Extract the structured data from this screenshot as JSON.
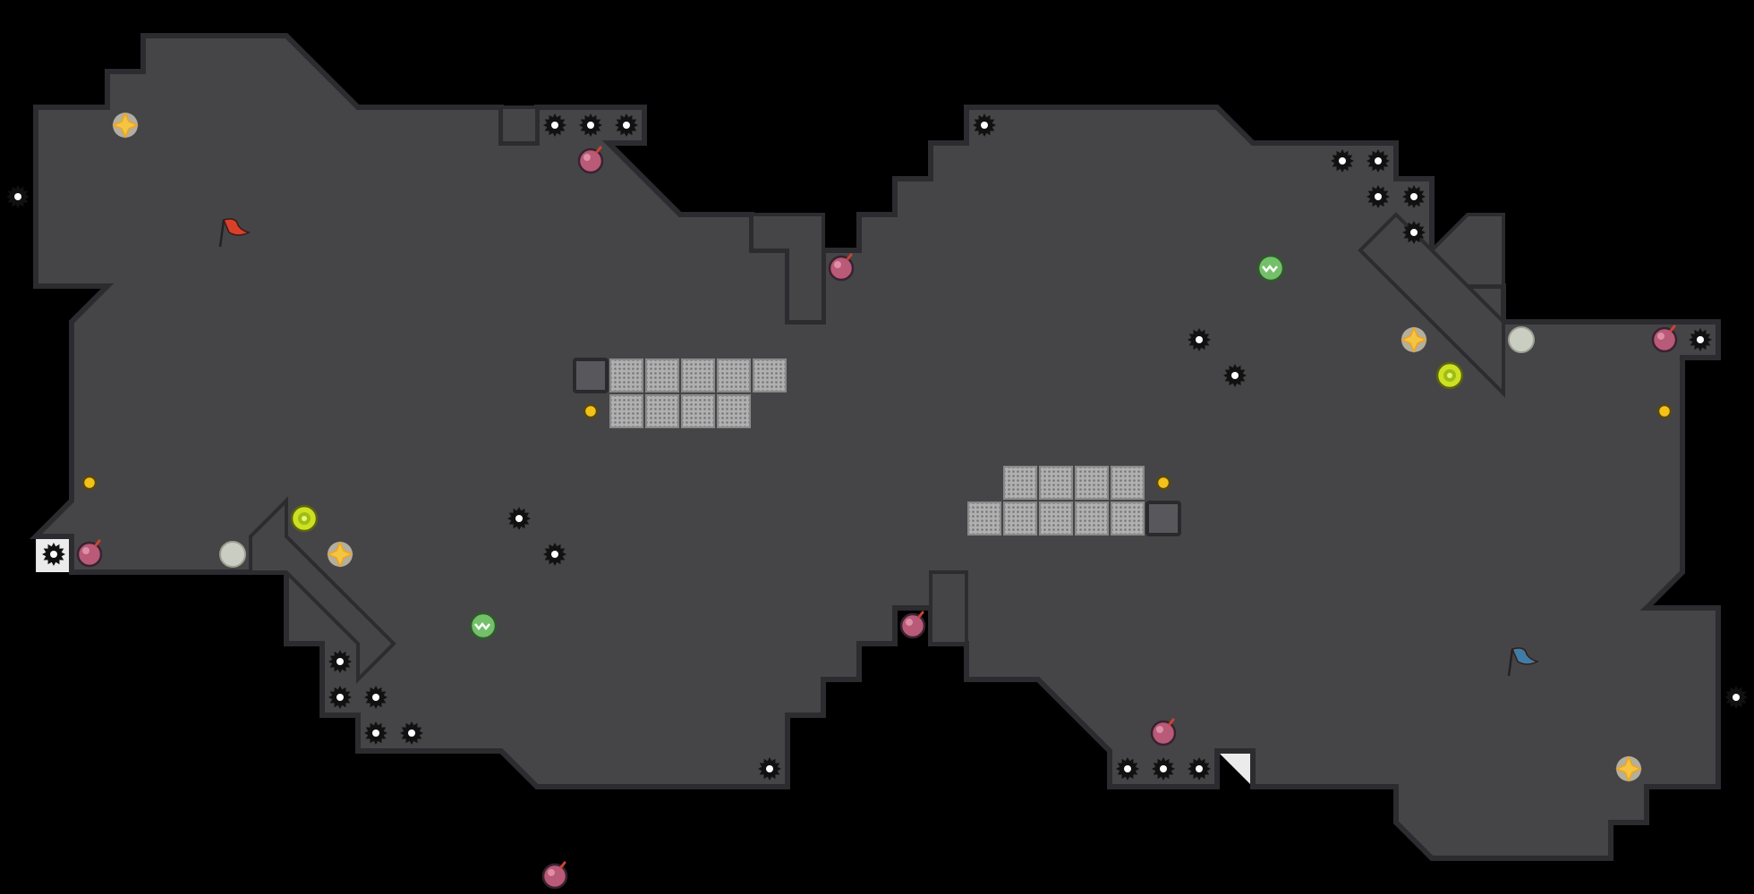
{
  "game": {
    "name": "",
    "mode": "level-editor-preview"
  },
  "colors": {
    "background": "#000000",
    "floor": "#ebebeb",
    "grid": "#d6d6d6",
    "wall": "#454548",
    "wall_outline": "#2c2c30",
    "mesh": "#9a9a9a",
    "block": "#58585c",
    "saw": "#111111",
    "coin": "#f2c21a",
    "red_flag": "#d9402b",
    "blue_flag": "#3e7ea6",
    "bomb": "#b85a78",
    "speed": "#cde023",
    "shield": "#74c06a",
    "sparkle": "#f4c542",
    "disc": "#c9cdc2"
  },
  "flags": [
    {
      "team": "red",
      "col": 6,
      "row": 6,
      "icon": "red-flag-icon"
    },
    {
      "team": "blue",
      "col": 42,
      "row": 18,
      "icon": "blue-flag-icon"
    }
  ],
  "bombs": [
    [
      16,
      4
    ],
    [
      23,
      7
    ],
    [
      15,
      24
    ],
    [
      2,
      15
    ],
    [
      25,
      17
    ],
    [
      32,
      20
    ],
    [
      46,
      9
    ]
  ],
  "speed_boosts": [
    [
      8,
      14
    ],
    [
      40,
      10
    ]
  ],
  "shields": [
    [
      13,
      17
    ],
    [
      35,
      7
    ]
  ],
  "sparkles": [
    [
      3,
      3
    ],
    [
      9,
      15
    ],
    [
      39,
      9
    ],
    [
      45,
      21
    ]
  ],
  "neutral_discs": [
    [
      6,
      15
    ],
    [
      42,
      9
    ]
  ],
  "coins": [
    [
      16,
      11
    ],
    [
      2,
      13
    ],
    [
      32,
      13
    ],
    [
      46,
      11
    ]
  ],
  "spikes": [
    [
      15,
      3
    ],
    [
      16,
      3
    ],
    [
      17,
      3
    ],
    [
      0,
      5
    ],
    [
      27,
      3
    ],
    [
      37,
      4
    ],
    [
      38,
      4
    ],
    [
      38,
      5
    ],
    [
      39,
      5
    ],
    [
      39,
      6
    ],
    [
      33,
      9
    ],
    [
      34,
      10
    ],
    [
      47,
      9
    ],
    [
      14,
      14
    ],
    [
      15,
      15
    ],
    [
      1,
      15
    ],
    [
      9,
      18
    ],
    [
      9,
      19
    ],
    [
      10,
      19
    ],
    [
      10,
      20
    ],
    [
      11,
      20
    ],
    [
      21,
      21
    ],
    [
      31,
      21
    ],
    [
      32,
      21
    ],
    [
      33,
      21
    ],
    [
      48,
      19
    ]
  ],
  "mesh_tiles": [
    [
      17,
      10
    ],
    [
      18,
      10
    ],
    [
      19,
      10
    ],
    [
      20,
      10
    ],
    [
      21,
      10
    ],
    [
      17,
      11
    ],
    [
      18,
      11
    ],
    [
      19,
      11
    ],
    [
      20,
      11
    ],
    [
      28,
      13
    ],
    [
      29,
      13
    ],
    [
      30,
      13
    ],
    [
      31,
      13
    ],
    [
      27,
      14
    ],
    [
      28,
      14
    ],
    [
      29,
      14
    ],
    [
      30,
      14
    ],
    [
      31,
      14
    ]
  ],
  "blocks": [
    [
      16,
      10
    ],
    [
      32,
      14
    ]
  ]
}
